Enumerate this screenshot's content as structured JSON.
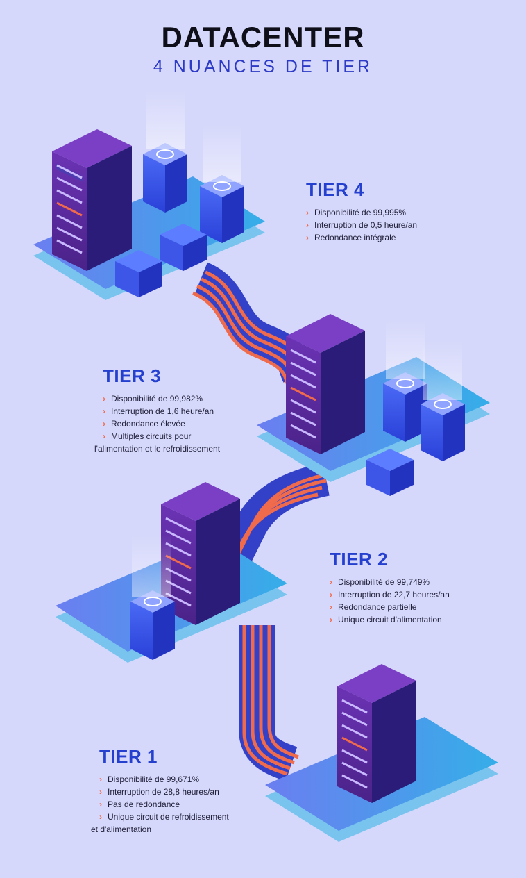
{
  "header": {
    "title": "DATACENTER",
    "subtitle": "4 NUANCES DE TIER"
  },
  "tiers": [
    {
      "label": "TIER 4",
      "items": [
        "Disponibilité de 99,995%",
        "Interruption de 0,5 heure/an",
        "Redondance intégrale"
      ]
    },
    {
      "label": "TIER 3",
      "items": [
        "Disponibilité de 99,982%",
        "Interruption de 1,6 heure/an",
        "Redondance élevée",
        "Multiples circuits pour",
        "l'alimentation et le refroidissement"
      ]
    },
    {
      "label": "TIER 2",
      "items": [
        "Disponibilité de 99,749%",
        "Interruption de 22,7 heures/an",
        "Redondance partielle",
        "Unique circuit d'alimentation"
      ]
    },
    {
      "label": "TIER 1",
      "items": [
        "Disponibilité de 99,671%",
        "Interruption de 28,8 heures/an",
        "Pas de redondance",
        "Unique circuit de refroidissement",
        "et d'alimentation"
      ]
    }
  ],
  "colors": {
    "background": "#d6d8fb",
    "title": "#0f0f19",
    "accent_blue": "#2540cf",
    "bullet": "#f06a4c",
    "cable_orange": "#f06a4c",
    "cable_blue": "#3341c9",
    "platform_top": "#4a8fea",
    "platform_side": "#79c4ef",
    "rack": "#5a2aa0",
    "server_box": "#3b5ef0"
  }
}
